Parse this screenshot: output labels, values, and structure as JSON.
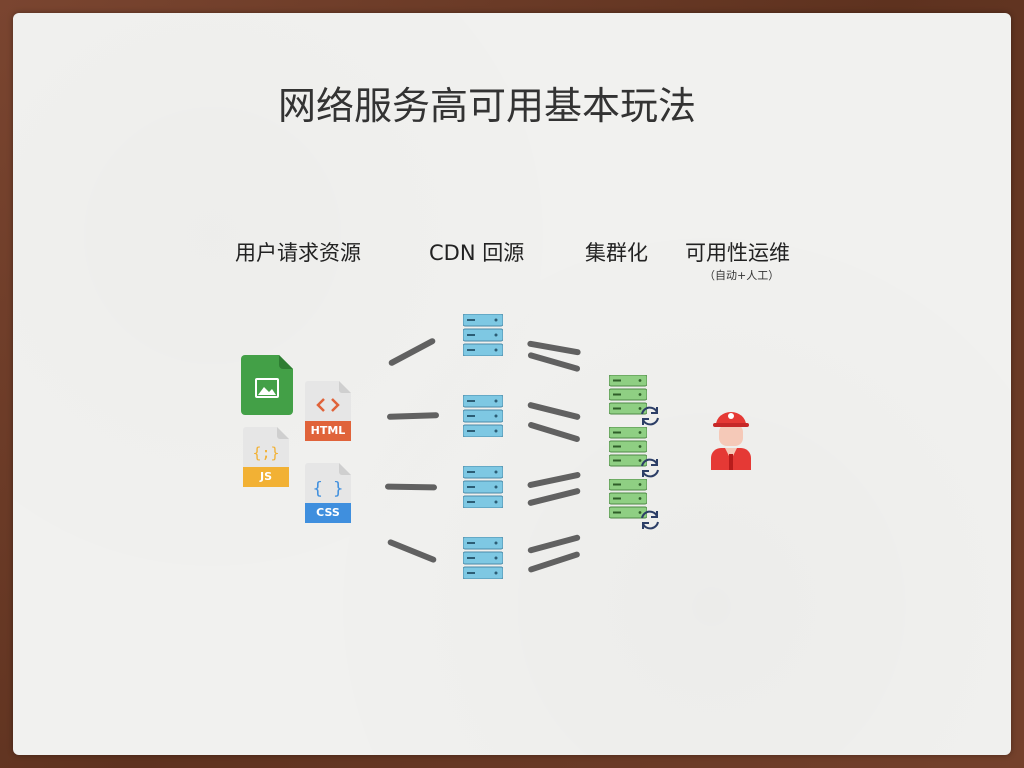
{
  "title": "网络服务高可用基本玩法",
  "columns": {
    "user": "用户请求资源",
    "cdn": "CDN 回源",
    "cluster": "集群化",
    "ops": "可用性运维",
    "ops_note": "（自动+人工）"
  },
  "files": {
    "html": "HTML",
    "js": "JS",
    "css": "CSS"
  },
  "colors": {
    "frame": "#6b3a26",
    "slide": "#f1f1ef",
    "server_blue": "#7ec8e3",
    "server_green": "#8fcf83",
    "image_file": "#43a047",
    "html_badge": "#e0633a",
    "js_badge": "#f2b134",
    "css_badge": "#3f8fde",
    "engineer_helmet": "#e53935"
  },
  "icons": [
    "image-file-icon",
    "html-file-icon",
    "js-file-icon",
    "css-file-icon",
    "server-icon",
    "refresh-icon",
    "engineer-icon"
  ]
}
